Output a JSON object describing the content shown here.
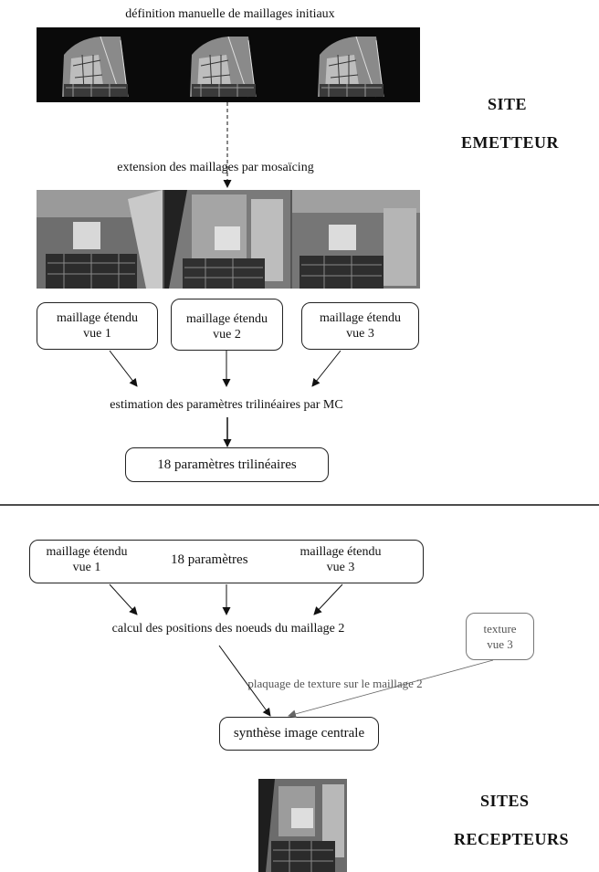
{
  "top": {
    "title": "définition manuelle de maillages initiaux",
    "step_extension": "extension des maillages par mosaïcing",
    "boxes": [
      {
        "line1": "maillage étendu",
        "line2": "vue 1"
      },
      {
        "line1": "maillage étendu",
        "line2": "vue 2"
      },
      {
        "line1": "maillage étendu",
        "line2": "vue 3"
      }
    ],
    "step_estimation": "estimation des paramètres trilinéaires par MC",
    "result_box": "18 paramètres trilinéaires"
  },
  "sender_label": {
    "line1": "SITE",
    "line2": "EMETTEUR"
  },
  "bottom": {
    "group_box": {
      "left_line1": "maillage étendu",
      "left_line2": "vue 1",
      "middle": "18 paramètres",
      "right_line1": "maillage étendu",
      "right_line2": "vue 3"
    },
    "step_calcul": "calcul des positions des noeuds du maillage 2",
    "texture_box": {
      "line1": "texture",
      "line2": "vue 3"
    },
    "step_plaquage": "plaquage de texture sur le maillage 2",
    "synthesis_box": "synthèse image centrale"
  },
  "receiver_label": {
    "line1": "SITES",
    "line2": "RECEPTEURS"
  }
}
